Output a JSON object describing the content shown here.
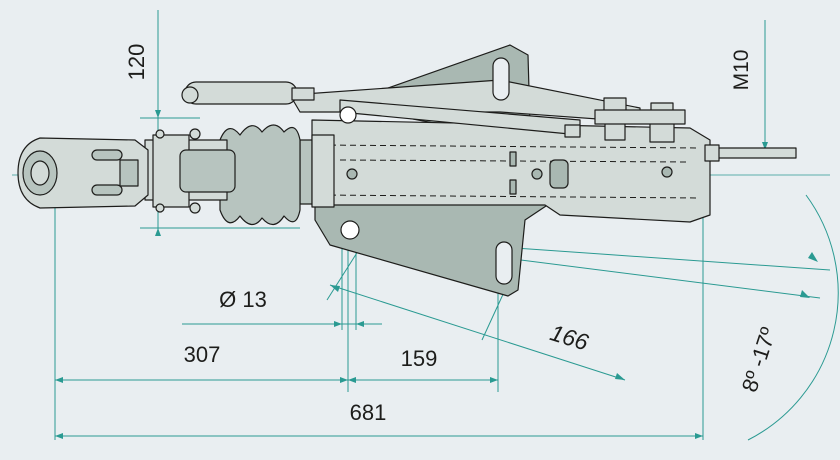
{
  "dimensions": {
    "height_120": "120",
    "thread_m10": "M10",
    "hole_dia": "Ø 13",
    "len_307": "307",
    "len_159": "159",
    "len_166": "166",
    "len_681": "681",
    "angle_range": "8º -17º"
  },
  "colors": {
    "background": "#e9eef1",
    "body_fill": "#d3dbd8",
    "plate_fill": "#a9b8b2",
    "plate_dark": "#8fa19b",
    "bellows_fill": "#b7c4bf",
    "outline": "#1d1d1b",
    "dim_line": "#2a9a92"
  }
}
